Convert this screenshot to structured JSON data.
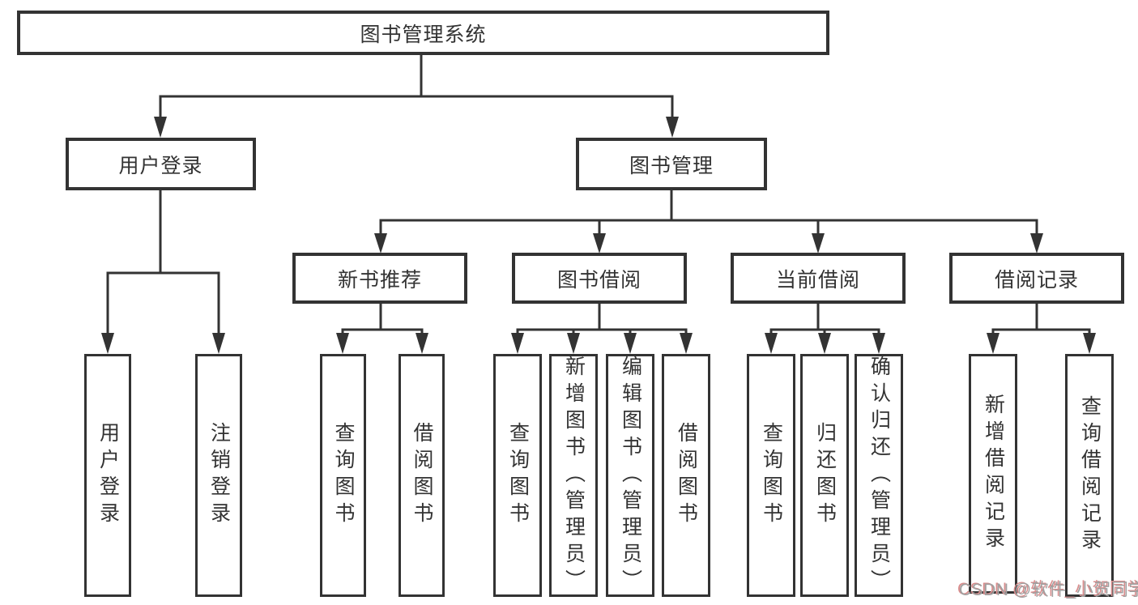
{
  "nodes": {
    "root": {
      "label": "图书管理系统"
    },
    "level2": {
      "user_login": {
        "label": "用户登录"
      },
      "book_management": {
        "label": "图书管理"
      }
    },
    "level3": {
      "new_book_recommend": {
        "label": "新书推荐"
      },
      "book_borrow": {
        "label": "图书借阅"
      },
      "current_borrow": {
        "label": "当前借阅"
      },
      "borrow_records": {
        "label": "借阅记录"
      }
    },
    "leaves": {
      "user_login": [
        "用户登录",
        "注销登录"
      ],
      "new_book_recommend": [
        "查询图书",
        "借阅图书"
      ],
      "book_borrow": [
        "查询图书",
        "新增图书（管理员）",
        "编辑图书（管理员）",
        "借阅图书"
      ],
      "current_borrow": [
        "查询图书",
        "归还图书",
        "确认归还（管理员）"
      ],
      "borrow_records": [
        "新增借阅记录",
        "查询借阅记录"
      ]
    }
  },
  "watermark": {
    "text": "CSDN @软件_小贺同学"
  },
  "colors": {
    "line": "#333333",
    "box_background": "#ffffff",
    "text": "#333333",
    "watermark_gray": "#a0a0a0",
    "watermark_red": "#d98c8c",
    "page_background": "#ffffff"
  }
}
